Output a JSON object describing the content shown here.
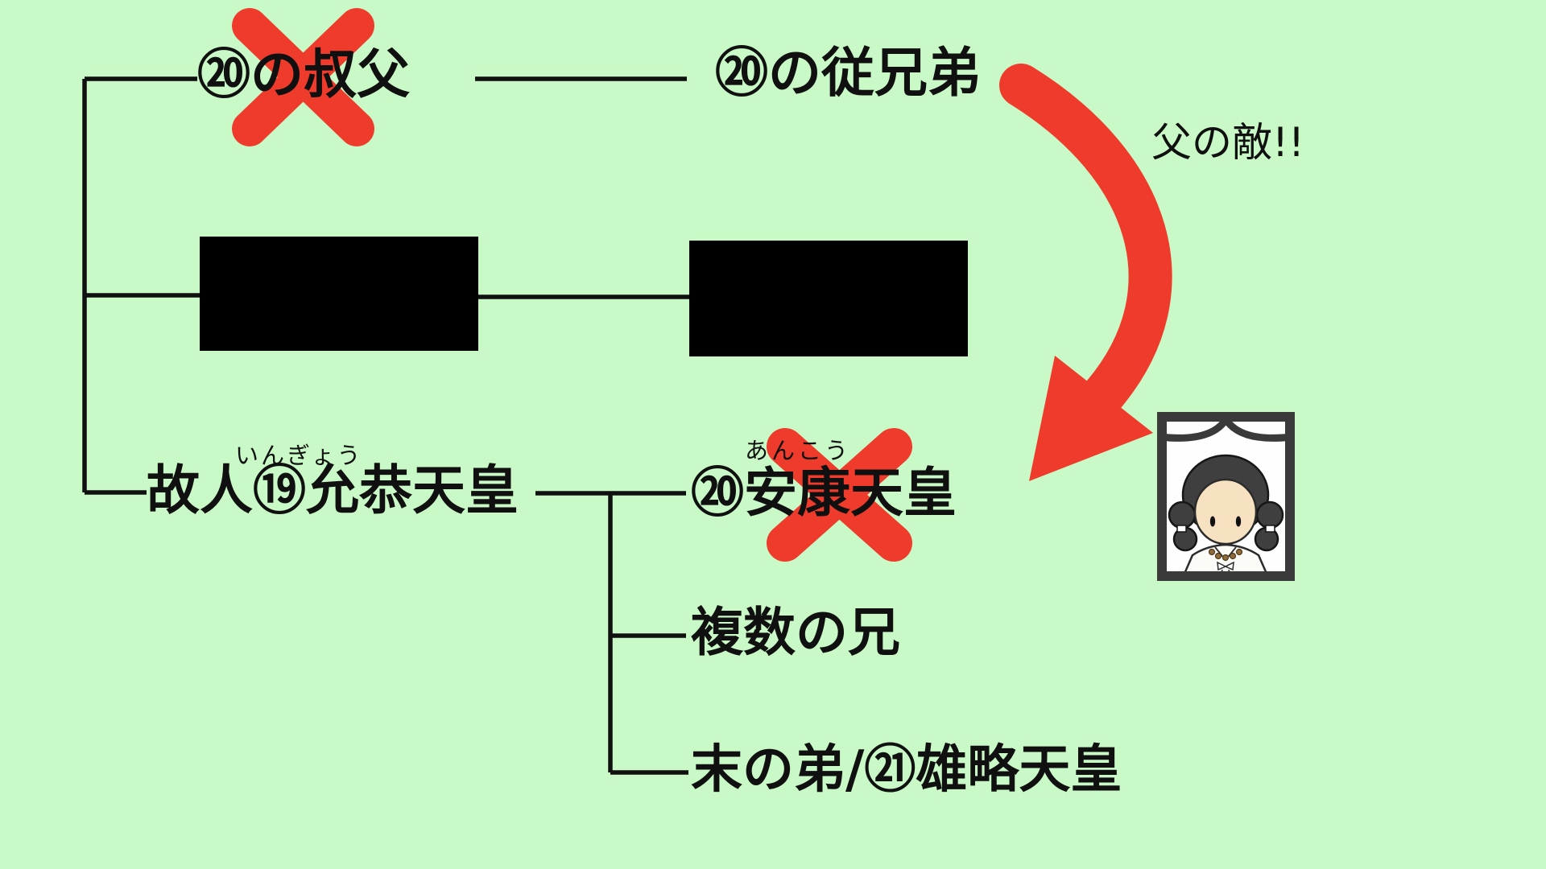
{
  "diagram": {
    "background_color": "#C9F9C6",
    "colors": {
      "red": "#EE3B2B",
      "line": "#101010",
      "portrait_frame": "#3A3A3A",
      "hair": "#3F3F3F",
      "face": "#F6E2C0"
    },
    "nodes": {
      "uncle": {
        "label": "⑳の叔父",
        "crossed_out": "true"
      },
      "cousin": {
        "label": "⑳の従兄弟",
        "crossed_out": "false"
      },
      "father": {
        "label": "故人⑲允恭天皇",
        "furigana": "いんぎょう"
      },
      "anko": {
        "label": "⑳安康天皇",
        "furigana": "あんこう",
        "crossed_out": "true"
      },
      "brothers": {
        "label": "複数の兄"
      },
      "youngest": {
        "label": "末の弟/㉑雄略天皇"
      }
    },
    "annotations": {
      "revenge": "父の敵!!"
    },
    "icons": {
      "x_mark": "x-mark-icon",
      "arrow": "curved-arrow-icon",
      "portrait": "funeral-portrait-icon",
      "redacted": "redacted-box"
    }
  }
}
